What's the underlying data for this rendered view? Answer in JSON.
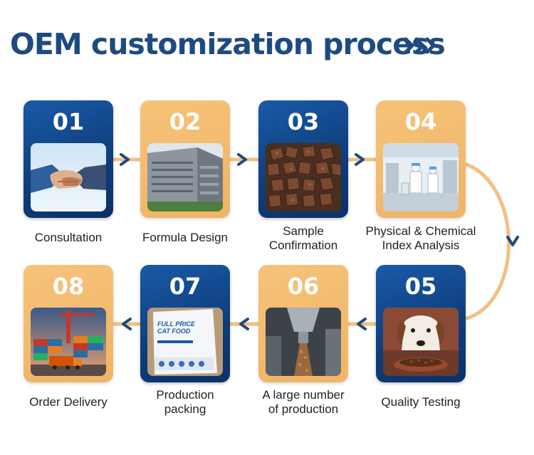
{
  "title": "OEM customization process",
  "colors": {
    "blue": "#0e3d7a",
    "tan": "#f2b86c",
    "title": "#1e4a82",
    "connector": "#f2c080"
  },
  "steps": [
    {
      "number": "01",
      "label_lines": [
        "Consultation"
      ],
      "image": "handshake-photo"
    },
    {
      "number": "02",
      "label_lines": [
        "Formula Design"
      ],
      "image": "factory-building-photo"
    },
    {
      "number": "03",
      "label_lines": [
        "Sample",
        "Confirmation"
      ],
      "image": "pet-kibble-photo"
    },
    {
      "number": "04",
      "label_lines": [
        "Physical & Chemical",
        "Index Analysis"
      ],
      "image": "laboratory-photo"
    },
    {
      "number": "05",
      "label_lines": [
        "Quality Testing"
      ],
      "image": "dog-eating-photo"
    },
    {
      "number": "06",
      "label_lines": [
        "A large number",
        "of production"
      ],
      "image": "kibble-machine-photo"
    },
    {
      "number": "07",
      "label_lines": [
        "Production",
        "packing"
      ],
      "image": "cat-food-bag-photo"
    },
    {
      "number": "08",
      "label_lines": [
        "Order Delivery"
      ],
      "image": "container-port-photo"
    }
  ],
  "package_text": {
    "line1": "FULL PRICE",
    "line2": "CAT FOOD"
  }
}
